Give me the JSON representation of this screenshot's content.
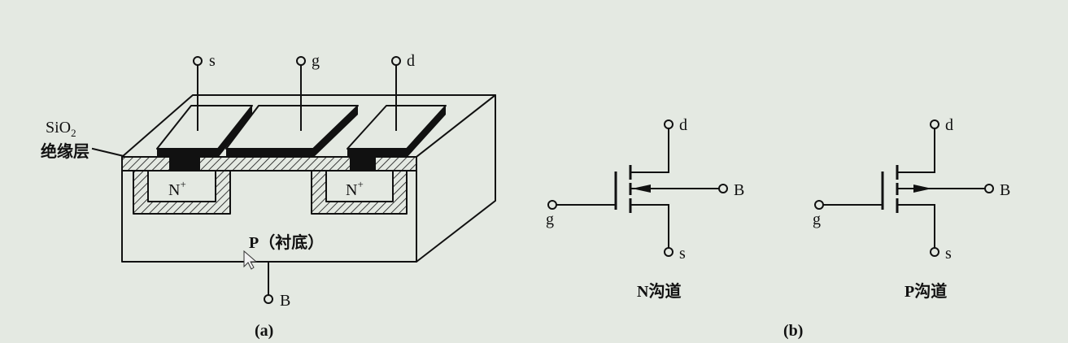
{
  "colors": {
    "background": "#e4e9e2",
    "line": "#111111"
  },
  "icons": {
    "cursor": "mouse-cursor-icon"
  },
  "figure_a": {
    "terminal_s": "s",
    "terminal_g": "g",
    "terminal_d": "d",
    "terminal_b": "B",
    "oxide_formula": "SiO",
    "oxide_formula_sub": "2",
    "oxide_name": "绝缘层",
    "n_region_left": "N",
    "n_region_left_sup": "+",
    "n_region_right": "N",
    "n_region_right_sup": "+",
    "substrate_label": "P（衬底）",
    "caption": "(a)"
  },
  "figure_b": {
    "n_channel": {
      "drain": "d",
      "gate": "g",
      "source": "s",
      "body": "B",
      "label": "N沟道"
    },
    "p_channel": {
      "drain": "d",
      "gate": "g",
      "source": "s",
      "body": "B",
      "label": "P沟道"
    },
    "caption": "(b)"
  }
}
